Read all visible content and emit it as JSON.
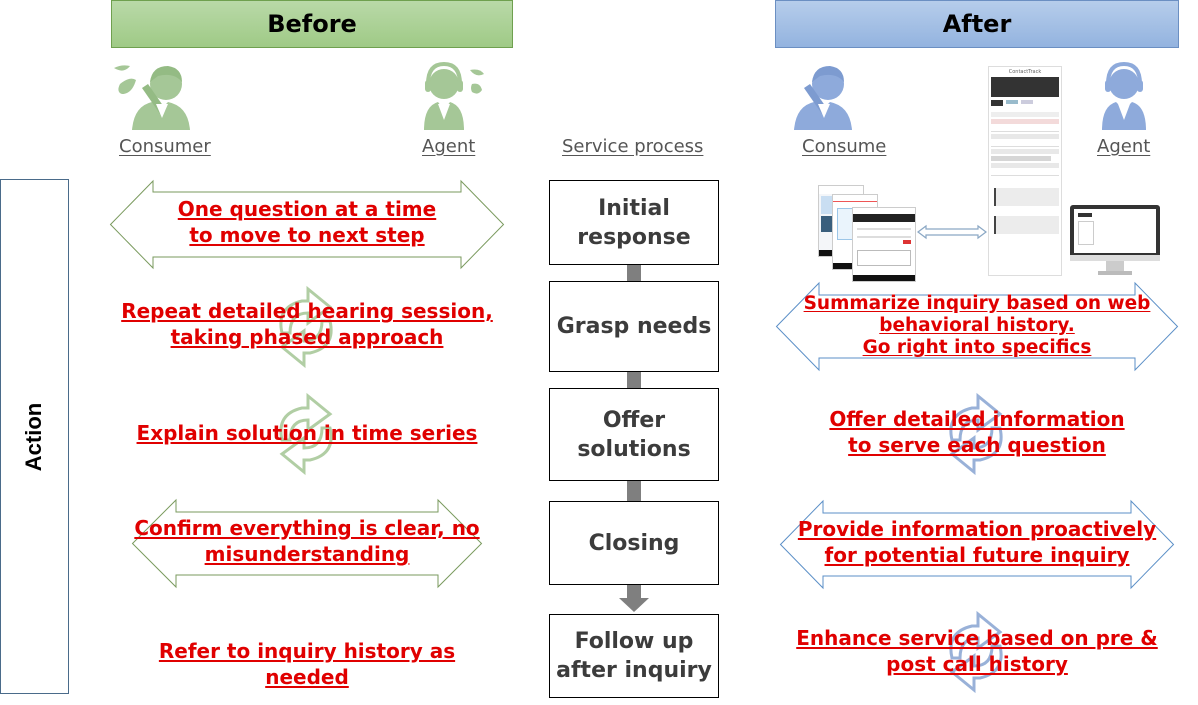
{
  "headers": {
    "before": "Before",
    "after": "After"
  },
  "roles": {
    "before_consumer": "Consumer",
    "before_agent": "Agent",
    "service_process": "Service process",
    "after_consumer": "Consume",
    "after_agent": "Agent"
  },
  "side_label": "Action",
  "steps": [
    {
      "line1": "Initial",
      "line2": "response"
    },
    {
      "line1": "Grasp needs",
      "line2": ""
    },
    {
      "line1": "Offer",
      "line2": "solutions"
    },
    {
      "line1": "Closing",
      "line2": ""
    },
    {
      "line1": "Follow up",
      "line2": "after inquiry"
    }
  ],
  "before_actions": [
    {
      "line1": "One question at a time",
      "line2": "to move to next step",
      "shape": "double-arrow"
    },
    {
      "line1": "Repeat detailed hearing session,",
      "line2": "taking phased approach",
      "shape": "cycle"
    },
    {
      "line1": "Explain solution in time series",
      "line2": "",
      "shape": "cycle"
    },
    {
      "line1": "Confirm everything is clear, no",
      "line2": "misunderstanding",
      "shape": "double-arrow"
    },
    {
      "line1": "Refer to inquiry history as",
      "line2": "needed",
      "shape": "none"
    }
  ],
  "after_actions": [
    {
      "line1": "Summarize inquiry based on web",
      "line2": "behavioral history.",
      "line3": "Go right into specifics",
      "shape": "double-arrow"
    },
    {
      "line1": "Offer detailed information",
      "line2": "to serve each question",
      "shape": "cycle"
    },
    {
      "line1": "Provide information proactively",
      "line2": "for potential future inquiry",
      "shape": "double-arrow"
    },
    {
      "line1": "Enhance service based on pre &",
      "line2": "post call history",
      "shape": "cycle"
    }
  ],
  "screenshot_brand": "ContactTrack",
  "colors": {
    "before_accent": "#9fca86",
    "after_accent": "#93b3df",
    "action_text": "#e00000",
    "step_text": "#3c3c3c",
    "connector": "#7f7f7f"
  }
}
